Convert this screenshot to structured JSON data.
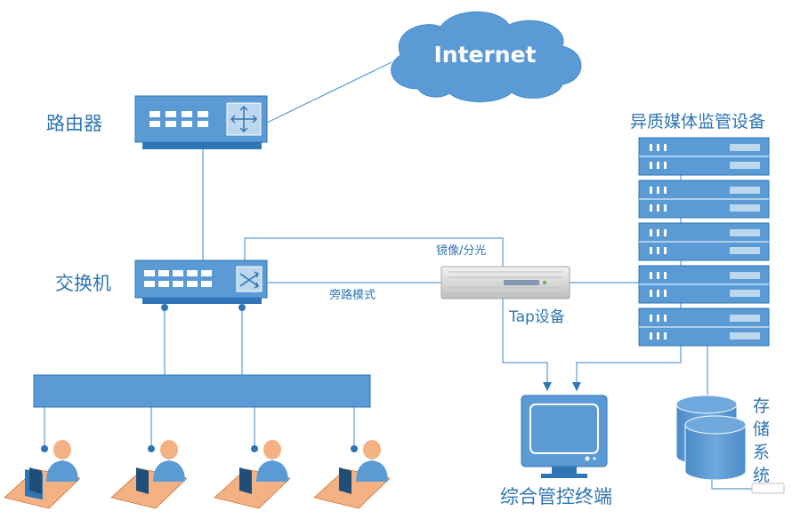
{
  "labels": {
    "internet": "Internet",
    "router": "路由器",
    "switch": "交换机",
    "mirror": "镜像/分光",
    "bypass": "旁路模式",
    "tap": "Tap设备",
    "monitor_group": "异质媒体监管设备",
    "terminal": "综合管控终端",
    "storage": [
      "存",
      "储",
      "系",
      "统"
    ]
  },
  "icons": {
    "cloud": "cloud-icon",
    "router": "router-icon",
    "switch": "switch-icon",
    "tap": "tap-device-icon",
    "server": "server-icon",
    "monitor": "monitor-icon",
    "storage": "database-icon",
    "user": "user-workstation-icon"
  },
  "colors": {
    "device": "#5b9bd5",
    "device_dark": "#2e75b6",
    "label": "#2e75b6",
    "line": "#5b9bd5",
    "user_skin": "#f4b183",
    "desk": "#f4b183"
  }
}
